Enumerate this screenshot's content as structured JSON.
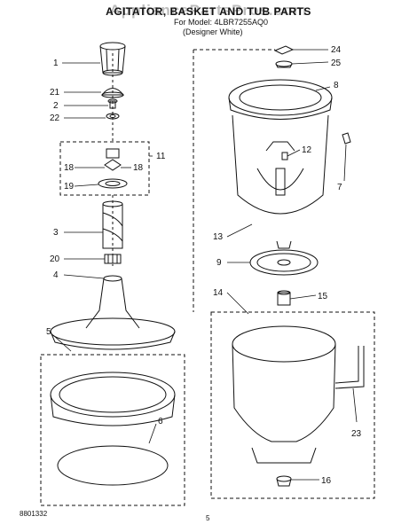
{
  "header": {
    "watermark": "AppliancePartsPros.com",
    "title": "AGITATOR, BASKET AND TUB PARTS",
    "model_line": "For Model: 4LBR7255AQ0",
    "variant_line": "(Designer White)"
  },
  "footer": {
    "part_code": "8801332",
    "page_number": "5"
  },
  "callouts": [
    "1",
    "21",
    "2",
    "22",
    "11",
    "18",
    "18",
    "19",
    "3",
    "20",
    "4",
    "5",
    "6",
    "24",
    "25",
    "8",
    "12",
    "7",
    "13",
    "9",
    "14",
    "15",
    "23",
    "16"
  ],
  "colors": {
    "line": "#111111",
    "watermark": "#bdbdbd"
  }
}
